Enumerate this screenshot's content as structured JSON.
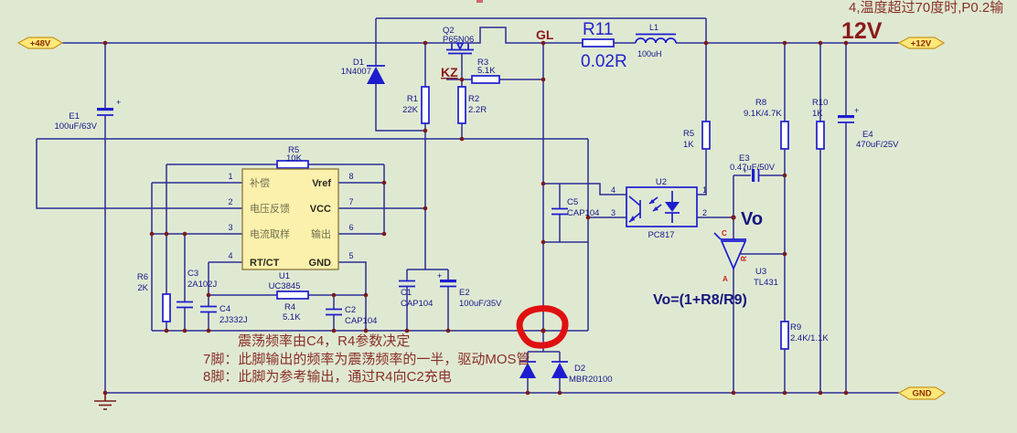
{
  "ports": {
    "p48": "+48V",
    "p12": "+12V",
    "gnd": "GND"
  },
  "net_labels": {
    "gl": "GL",
    "kz": "KZ",
    "v12": "12V",
    "vo": "Vo",
    "vo_formula": "Vo=(1+R8/R9)"
  },
  "components": {
    "e1": {
      "ref": "E1",
      "value": "100uF/63V"
    },
    "d1": {
      "ref": "D1",
      "value": "1N4007"
    },
    "q2": {
      "ref": "Q2",
      "value": "P65N06"
    },
    "r1": {
      "ref": "R1",
      "value": "22K"
    },
    "r2": {
      "ref": "R2",
      "value": "2.2R"
    },
    "r3": {
      "ref": "R3",
      "value": "5.1K"
    },
    "r11": {
      "ref": "R11",
      "value": "0.02R"
    },
    "l1": {
      "ref": "L1",
      "value": "100uH"
    },
    "r5a": {
      "ref": "R5",
      "value": "10K"
    },
    "r6": {
      "ref": "R6",
      "value": "2K"
    },
    "c3": {
      "ref": "C3",
      "value": "2A102J"
    },
    "c4": {
      "ref": "C4",
      "value": "2J332J"
    },
    "r4": {
      "ref": "R4",
      "value": "5.1K"
    },
    "c2": {
      "ref": "C2",
      "value": "CAP104"
    },
    "c1": {
      "ref": "C1",
      "value": "CAP104"
    },
    "e2": {
      "ref": "E2",
      "value": "100uF/35V"
    },
    "c5": {
      "ref": "C5",
      "value": "CAP104"
    },
    "u1": {
      "ref": "U1",
      "value": "UC3845"
    },
    "u2": {
      "ref": "U2",
      "value": "PC817"
    },
    "r5b": {
      "ref": "R5",
      "value": "1K"
    },
    "e3": {
      "ref": "E3",
      "value": "0.47uF/50V"
    },
    "r8": {
      "ref": "R8",
      "value": "9.1K/4.7K"
    },
    "r10": {
      "ref": "R10",
      "value": "1K"
    },
    "e4": {
      "ref": "E4",
      "value": "470uF/25V"
    },
    "u3": {
      "ref": "U3",
      "value": "TL431"
    },
    "r9": {
      "ref": "R9",
      "value": "2.4K/1.1K"
    },
    "d2": {
      "ref": "D2",
      "value": "MBR20100"
    }
  },
  "ic": {
    "pins_left": [
      {
        "num": "1",
        "label": "补偿"
      },
      {
        "num": "2",
        "label": "电压反馈"
      },
      {
        "num": "3",
        "label": "电流取样"
      },
      {
        "num": "4",
        "label": "RT/CT"
      }
    ],
    "pins_right": [
      {
        "num": "8",
        "label": "Vref"
      },
      {
        "num": "7",
        "label": "VCC"
      },
      {
        "num": "6",
        "label": "输出"
      },
      {
        "num": "5",
        "label": "GND"
      }
    ]
  },
  "opto_pins": {
    "p4": "4",
    "p3": "3",
    "p1": "1",
    "p2": "2"
  },
  "tl431_pins": {
    "c": "C",
    "r": "R",
    "a": "A"
  },
  "plus_sign": "+",
  "annotations": {
    "top_right": "4,温度超过70度时,P0.2输",
    "line1": "震荡频率由C4，R4参数决定",
    "line2": "7脚：此脚输出的频率为震荡频率的一半，驱动MOS管",
    "line3": "8脚：此脚为参考输出，通过R4向C2充电"
  },
  "colors": {
    "background": "#dfe9d2",
    "wire": "#2c2c96",
    "component": "#1d1dcf",
    "junction": "#7a1a1a",
    "net_label_red": "#8b1a1a",
    "port_fill": "#ffe87a",
    "annotation_red": "#8a2f28",
    "marker_red": "#e01010",
    "ic_fill": "#fcf1ac"
  }
}
